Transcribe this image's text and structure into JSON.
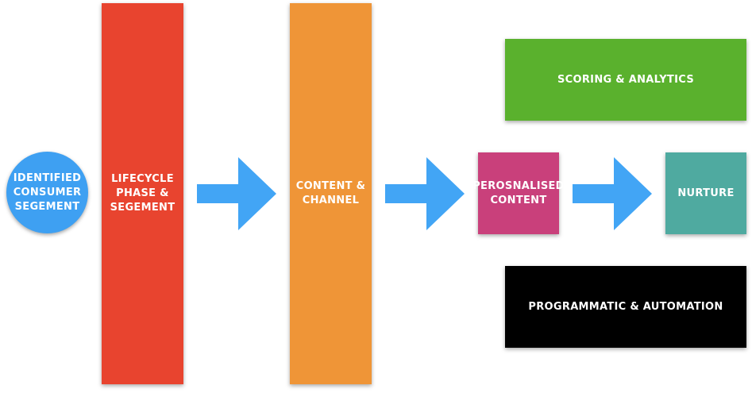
{
  "colors": {
    "circle": "#3ea0f2",
    "lifecycle": "#e8442f",
    "content_channel": "#ef9537",
    "personalised": "#c9407b",
    "nurture": "#4faaa0",
    "scoring": "#5ab12d",
    "programmatic": "#000000",
    "arrow": "#42a5f5"
  },
  "nodes": {
    "identified": "IDENTIFIED\nCONSUMER\nSEGEMENT",
    "lifecycle": "LIFECYCLE\nPHASE &\nSEGEMENT",
    "content_channel": "CONTENT &\nCHANNEL",
    "personalised": "PEROSNALISED\nCONTENT",
    "nurture": "NURTURE",
    "scoring": "SCORING & ANALYTICS",
    "programmatic": "PROGRAMMATIC & AUTOMATION"
  }
}
